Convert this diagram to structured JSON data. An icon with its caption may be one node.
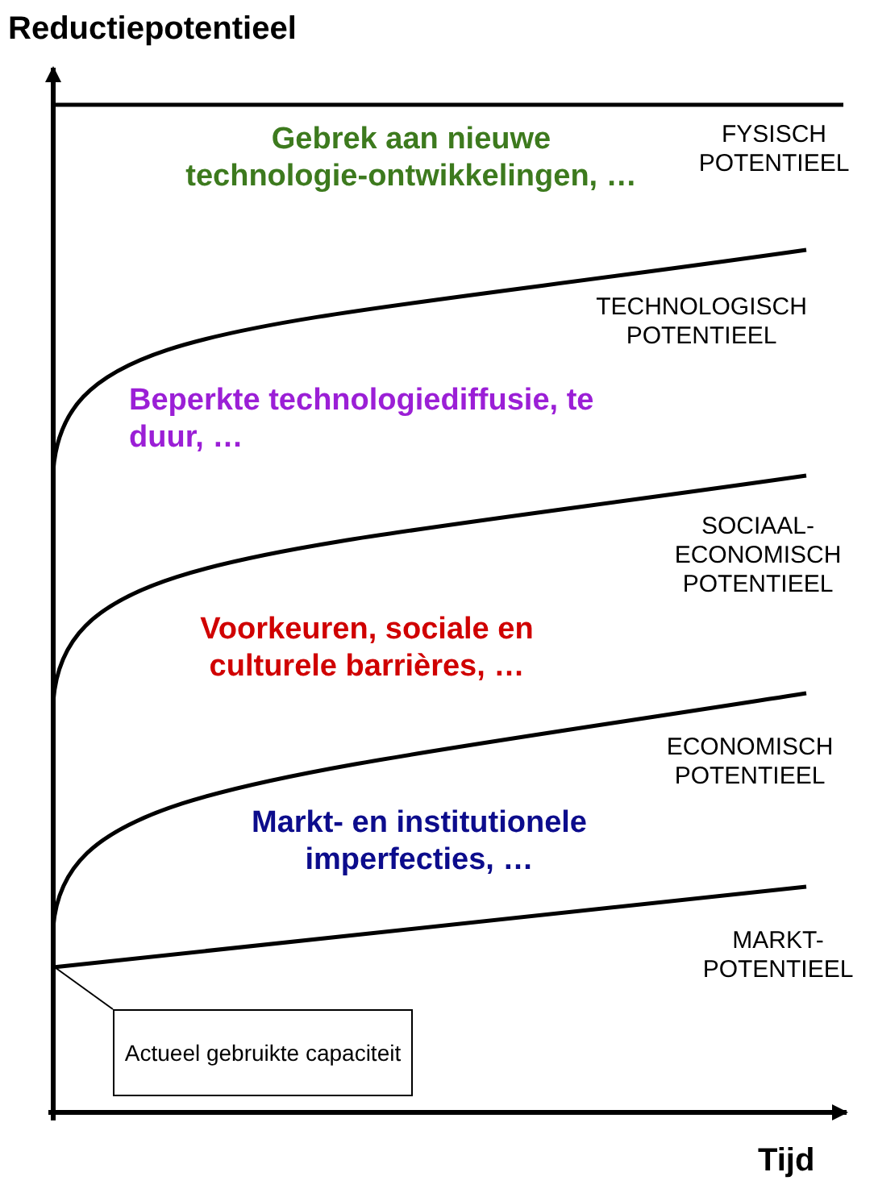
{
  "diagram": {
    "nodes": [
      {
        "text": [
          "Actueel gebruikte capaciteit"
        ]
      },
      {
        "text": [],
        "shape": "line"
      }
    ],
    "edges": [
      {
        "from": 0,
        "to": 1,
        "arrow": "none"
      }
    ],
    "labels": [
      "Reductiepotentieel",
      "Gebrek aan nieuwe technologie-ontwikkelingen, …",
      "FYSISCH POTENTIEEL",
      "TECHNOLOGISCH POTENTIEEL",
      "Beperkte technologiediffusie, te duur, …",
      "SOCIAAL-ECONOMISCH POTENTIEEL",
      "Voorkeuren, sociale en culturele barrières, …",
      "ECONOMISCH POTENTIEEL",
      "Markt- en institutionele imperfecties, …",
      "MARKT-POTENTIEEL",
      "Tijd"
    ]
  }
}
